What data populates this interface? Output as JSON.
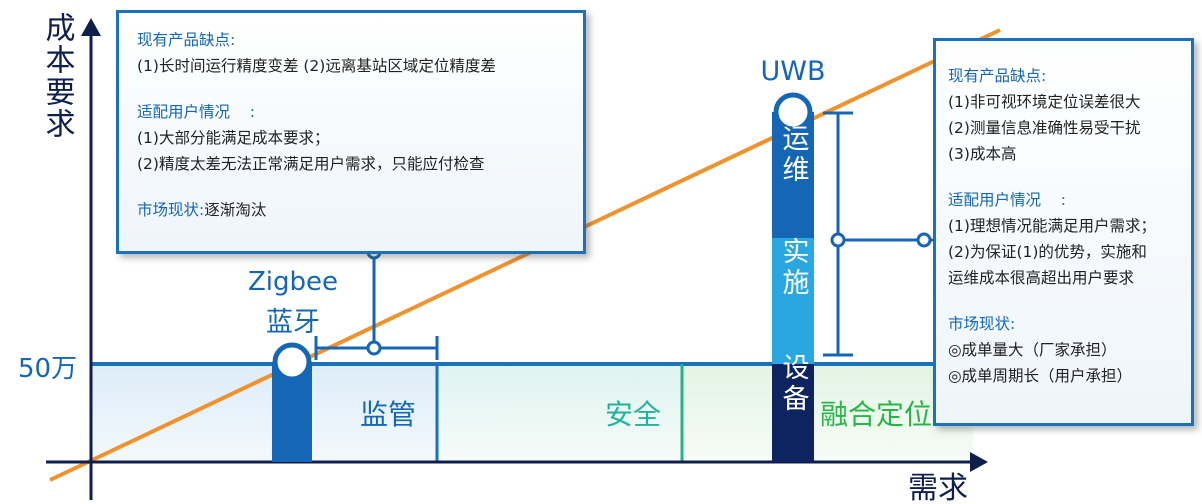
{
  "axes": {
    "y_label": "成本要求",
    "x_label": "需求",
    "threshold_label": "50万"
  },
  "zones": {
    "supervise": "监管",
    "safety": "安全",
    "fusion": "融合定位"
  },
  "zigbee": {
    "name1": "Zigbee",
    "name2": "蓝牙"
  },
  "uwb": {
    "name": "UWB",
    "seg_ops": "运维",
    "seg_impl": "实施",
    "seg_device": "设备"
  },
  "left_box": {
    "defects_title": "现有产品缺点:",
    "defects": [
      "(1)长时间运行精度变差  (2)远离基站区域定位精度差"
    ],
    "fit_title": "适配用户情况    :",
    "fit": [
      "(1)大部分能满足成本要求；",
      "(2)精度太差无法正常满足用户需求，只能应付检查"
    ],
    "market_label": "市场现状:",
    "market_value": "逐渐淘汰"
  },
  "right_box": {
    "defects_title": "现有产品缺点:",
    "defects": [
      "(1)非可视环境定位误差很大",
      "(2)测量信息准确性易受干扰",
      "(3)成本高"
    ],
    "fit_title": "适配用户情况    :",
    "fit": [
      "(1)理想情况能满足用户需求；",
      "(2)为保证(1)的优势，实施和",
      "运维成本很高超出用户要求"
    ],
    "market_title": "市场现状:",
    "market": [
      "◎成单量大（厂家承担）",
      "◎成单周期长（用户承担）"
    ]
  },
  "colors": {
    "navy": "#0e1f4d",
    "blue": "#1566b4",
    "light_blue": "#2aa7e1",
    "orange": "#f0922d",
    "teal": "#22b39a",
    "green": "#2bb44a",
    "dark_blue": "#0e2460"
  }
}
